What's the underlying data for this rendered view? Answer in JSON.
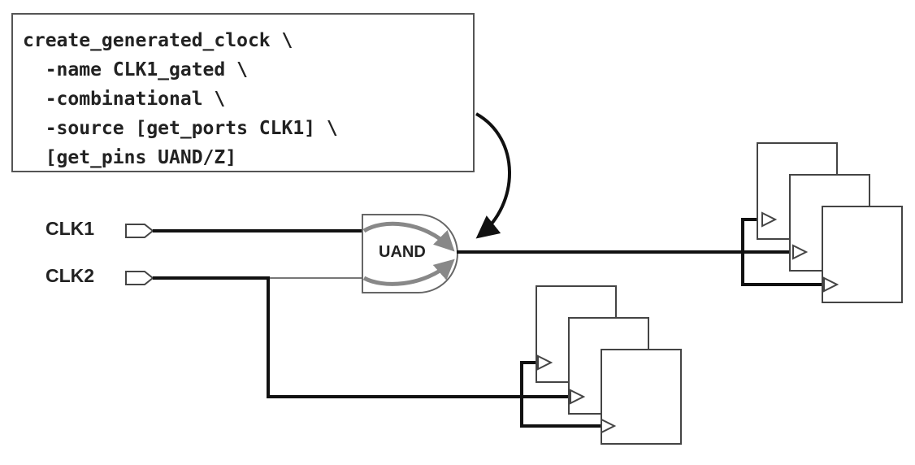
{
  "code": {
    "lines": [
      "create_generated_clock \\",
      "  -name CLK1_gated \\",
      "  -combinational \\",
      "  -source [get_ports CLK1] \\",
      "  [get_pins UAND/Z]"
    ]
  },
  "ports": {
    "clk1": "CLK1",
    "clk2": "CLK2"
  },
  "gate": {
    "label": "UAND"
  },
  "colors": {
    "wire": "#111111",
    "thin_wire": "#666666",
    "box_border": "#555555",
    "gate_arrow": "#888888"
  }
}
